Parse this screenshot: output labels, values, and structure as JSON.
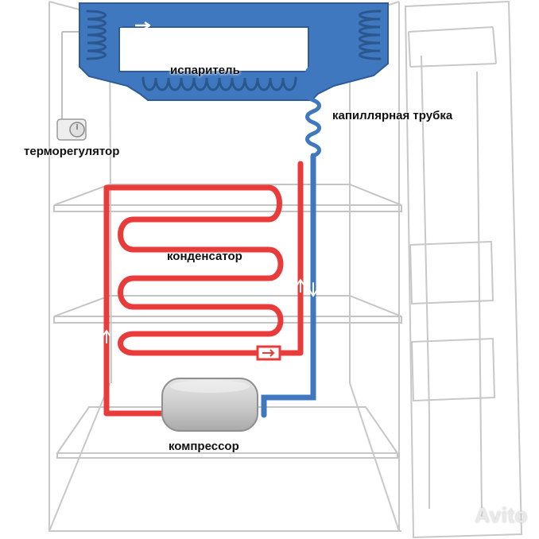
{
  "labels": {
    "evaporator": "испаритель",
    "capillary_tube": "капиллярная трубка",
    "thermostat": "терморегулятор",
    "condenser": "конденсатор",
    "compressor": "компрессор"
  },
  "watermark": "Avito",
  "colors": {
    "evaporator_blue": "#3f78bf",
    "condenser_red": "#ea3b3b",
    "cabinet_line": "#c8c8c8",
    "compressor_gray": "#cfcfcf"
  }
}
